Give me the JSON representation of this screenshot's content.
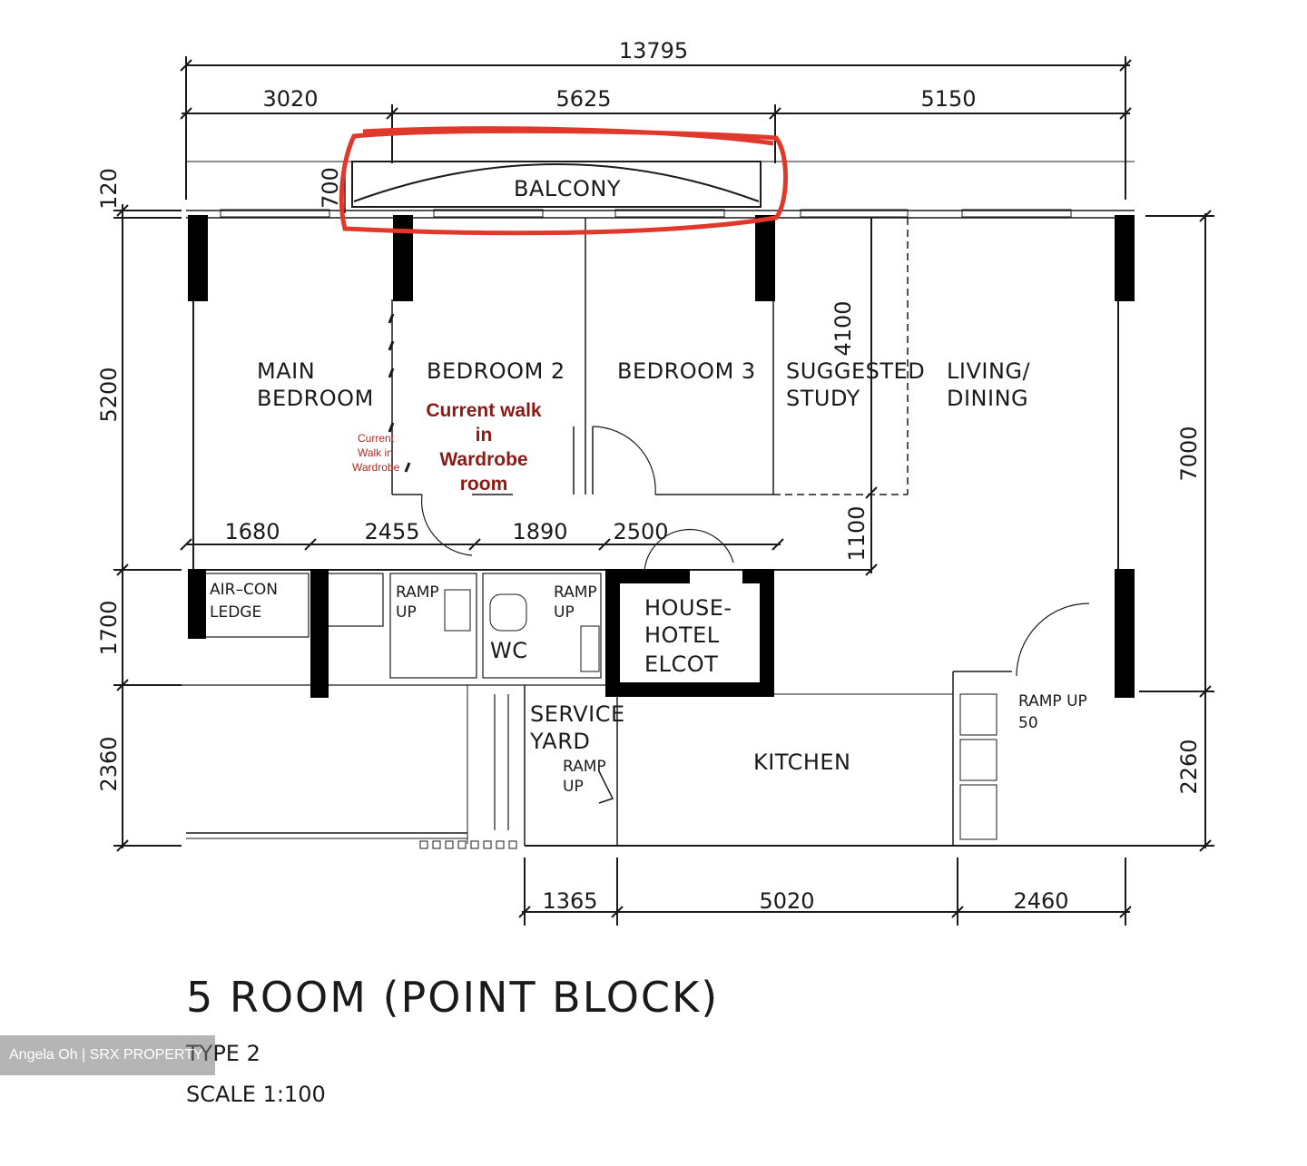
{
  "dimensions": {
    "overall_top": "13795",
    "top_segments": [
      "3020",
      "5625",
      "5150"
    ],
    "left": [
      "120",
      "5200",
      "1700",
      "2360"
    ],
    "balcony_depth": "700",
    "inner_row": [
      "1680",
      "2455",
      "1890",
      "2500"
    ],
    "study_vertical": [
      "4100",
      "1100"
    ],
    "right": [
      "7000",
      "2260"
    ],
    "bottom": [
      "1365",
      "5020",
      "2460"
    ]
  },
  "rooms": {
    "balcony": "BALCONY",
    "main_bedroom": [
      "MAIN",
      "BEDROOM"
    ],
    "bedroom2": "BEDROOM 2",
    "bedroom3": "BEDROOM 3",
    "study": [
      "SUGGESTED",
      "STUDY"
    ],
    "living": [
      "LIVING/",
      "DINING"
    ],
    "aircon": [
      "AIR–CON",
      "LEDGE"
    ],
    "ramp1": [
      "RAMP",
      "UP"
    ],
    "ramp2": [
      "RAMP",
      "UP"
    ],
    "household": [
      "HOUSE-",
      "HOTEL",
      "ELCOT"
    ],
    "wc": "WC",
    "service_yard": [
      "SERVICE",
      "YARD"
    ],
    "ramp3": [
      "RAMP",
      "UP"
    ],
    "kitchen": "KITCHEN",
    "ramp4": [
      "RAMP UP",
      "50"
    ]
  },
  "annotations": {
    "walk_in_big": [
      "Current walk",
      "in",
      "Wardrobe",
      "room"
    ],
    "walk_in_small": [
      "Current",
      "Walk in",
      "Wardrobe"
    ]
  },
  "title": "5 ROOM (POINT BLOCK)",
  "type": "TYPE 2",
  "scale": "SCALE 1:100",
  "watermark": "Angela Oh | SRX PROPERTY",
  "colors": {
    "highlight": "#e0392b",
    "note": "#8b1a14",
    "line": "#1a1a1a"
  }
}
